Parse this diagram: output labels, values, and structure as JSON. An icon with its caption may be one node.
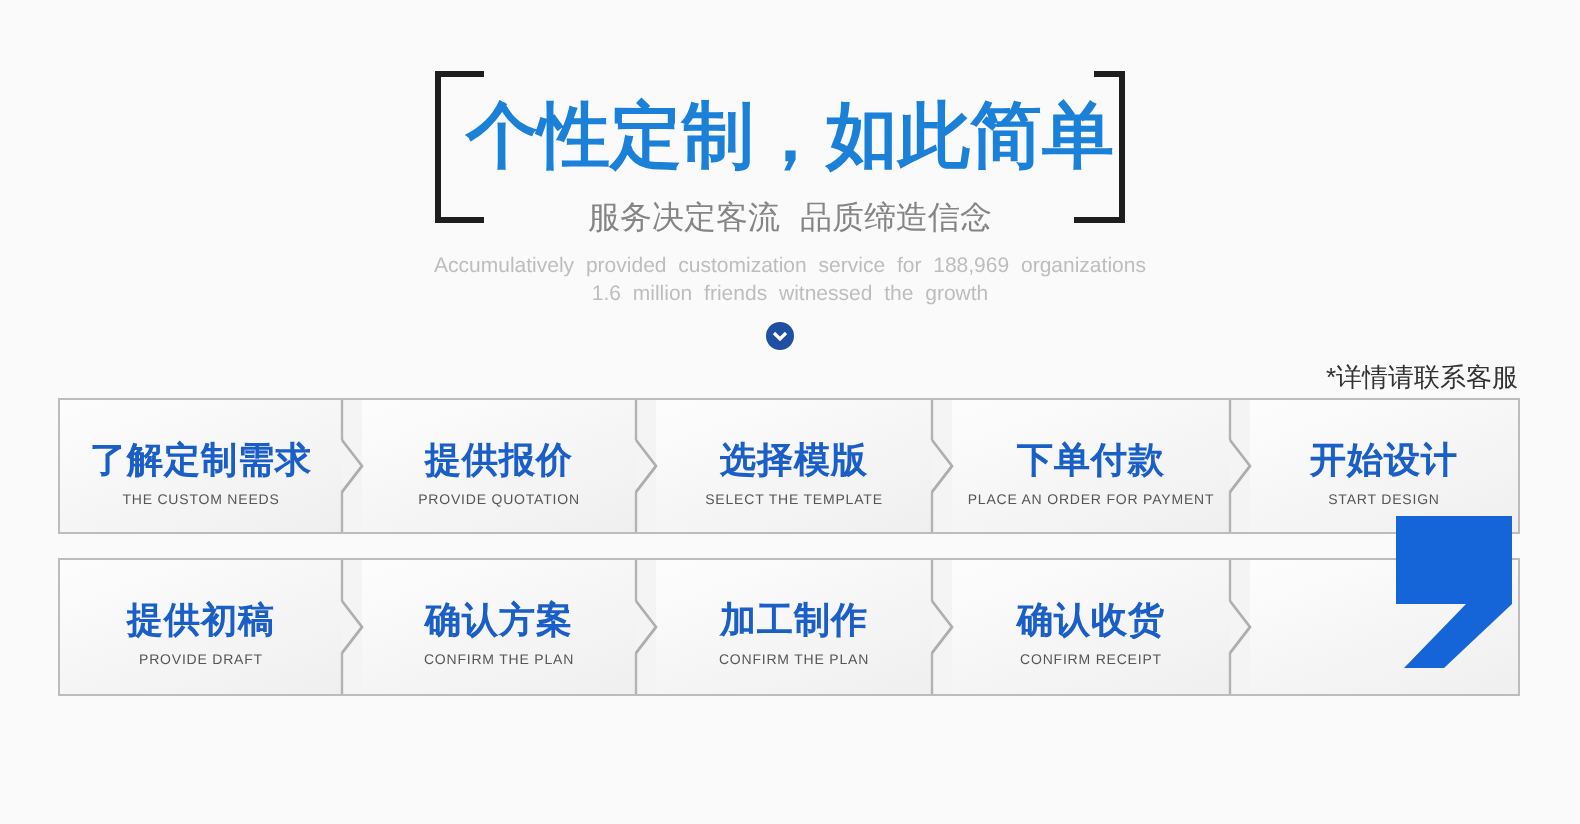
{
  "diagram": {
    "title": "个性定制，如此简单",
    "nodes": [
      {
        "text": [
          "了解定制需求",
          "THE CUSTOM NEEDS"
        ]
      },
      {
        "text": [
          "提供报价",
          "PROVIDE QUOTATION"
        ]
      },
      {
        "text": [
          "选择模版",
          "SELECT THE TEMPLATE"
        ]
      },
      {
        "text": [
          "下单付款",
          "PLACE AN ORDER FOR PAYMENT"
        ]
      },
      {
        "text": [
          "开始设计",
          "START DESIGN"
        ]
      },
      {
        "text": [
          "提供初稿",
          "PROVIDE DRAFT"
        ]
      },
      {
        "text": [
          "确认方案",
          "CONFIRM THE PLAN"
        ]
      },
      {
        "text": [
          "加工制作",
          "CONFIRM THE PLAN"
        ]
      },
      {
        "text": [
          "确认收货",
          "CONFIRM RECEIPT"
        ]
      },
      {
        "text": [],
        "shape": "box"
      },
      {
        "text": [],
        "shape": "ribbon"
      }
    ],
    "edges": [
      {
        "from": 0,
        "to": 1,
        "arrow": "to"
      },
      {
        "from": 1,
        "to": 2,
        "arrow": "to"
      },
      {
        "from": 2,
        "to": 3,
        "arrow": "to"
      },
      {
        "from": 3,
        "to": 4,
        "arrow": "to"
      },
      {
        "from": 5,
        "to": 6,
        "arrow": "to"
      },
      {
        "from": 6,
        "to": 7,
        "arrow": "to"
      },
      {
        "from": 7,
        "to": 8,
        "arrow": "to"
      },
      {
        "from": 8,
        "to": 9,
        "arrow": "to"
      }
    ],
    "labels": [
      "服务决定客流 品质缔造信念",
      "Accumulatively provided customization service for 188,969 organizations",
      "1.6 million friends witnessed the growth",
      "*详情请联系客服"
    ]
  }
}
